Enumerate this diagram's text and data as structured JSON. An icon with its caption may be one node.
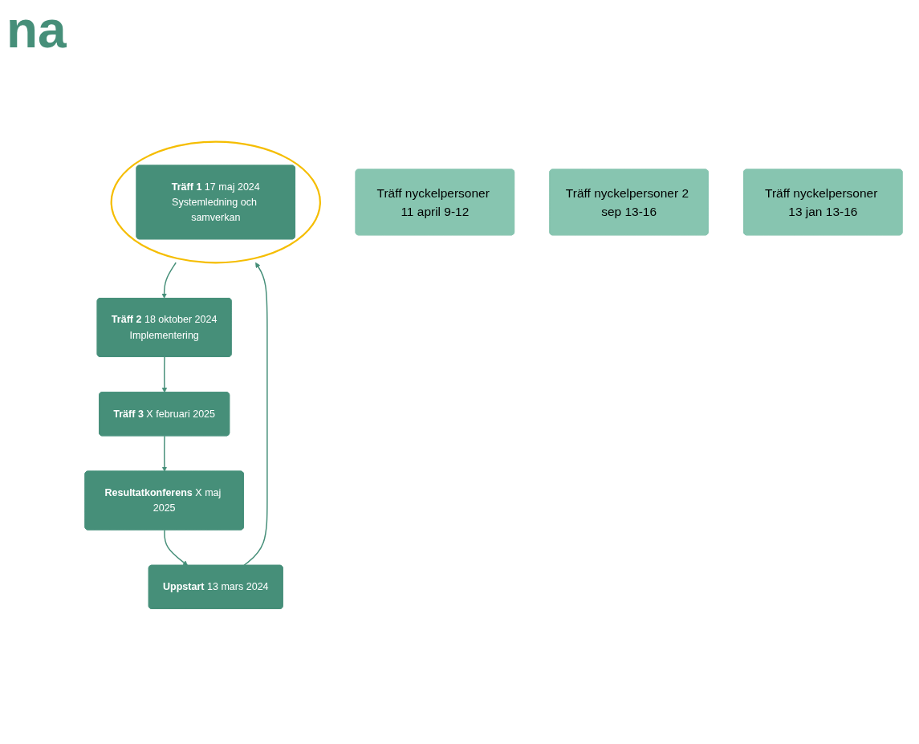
{
  "diagram": {
    "title": "na",
    "nodes": [
      {
        "text": [
          "**Uppstart** 13 mars 2024"
        ]
      },
      {
        "text": [
          "Träff nyckelpersoner 11 april 9-12"
        ]
      },
      {
        "text": [],
        "shape": "ellipse"
      },
      {
        "text": [
          "**Träff 1** 17 maj 2024",
          "Systemledning och samverkan"
        ],
        "in": 2
      },
      {
        "text": [
          "Träff nyckelpersoner 2 sep 13-16"
        ]
      },
      {
        "text": [
          "**Träff 2** 18 oktober 2024",
          "Implementering"
        ]
      },
      {
        "text": [
          "**Träff 3** X februari 2025"
        ]
      },
      {
        "text": [
          "**Resultatkonferens** X maj 2025"
        ]
      },
      {
        "text": [
          "Träff nyckelpersoner 13 jan 13-16"
        ]
      }
    ],
    "edges": [
      {
        "from": 0,
        "to": 2,
        "arrow": "to"
      },
      {
        "from": 2,
        "to": 5,
        "arrow": "to"
      },
      {
        "from": 5,
        "to": 6,
        "arrow": "to"
      },
      {
        "from": 6,
        "to": 7,
        "arrow": "to"
      },
      {
        "from": 7,
        "to": 0,
        "arrow": "to"
      }
    ]
  }
}
